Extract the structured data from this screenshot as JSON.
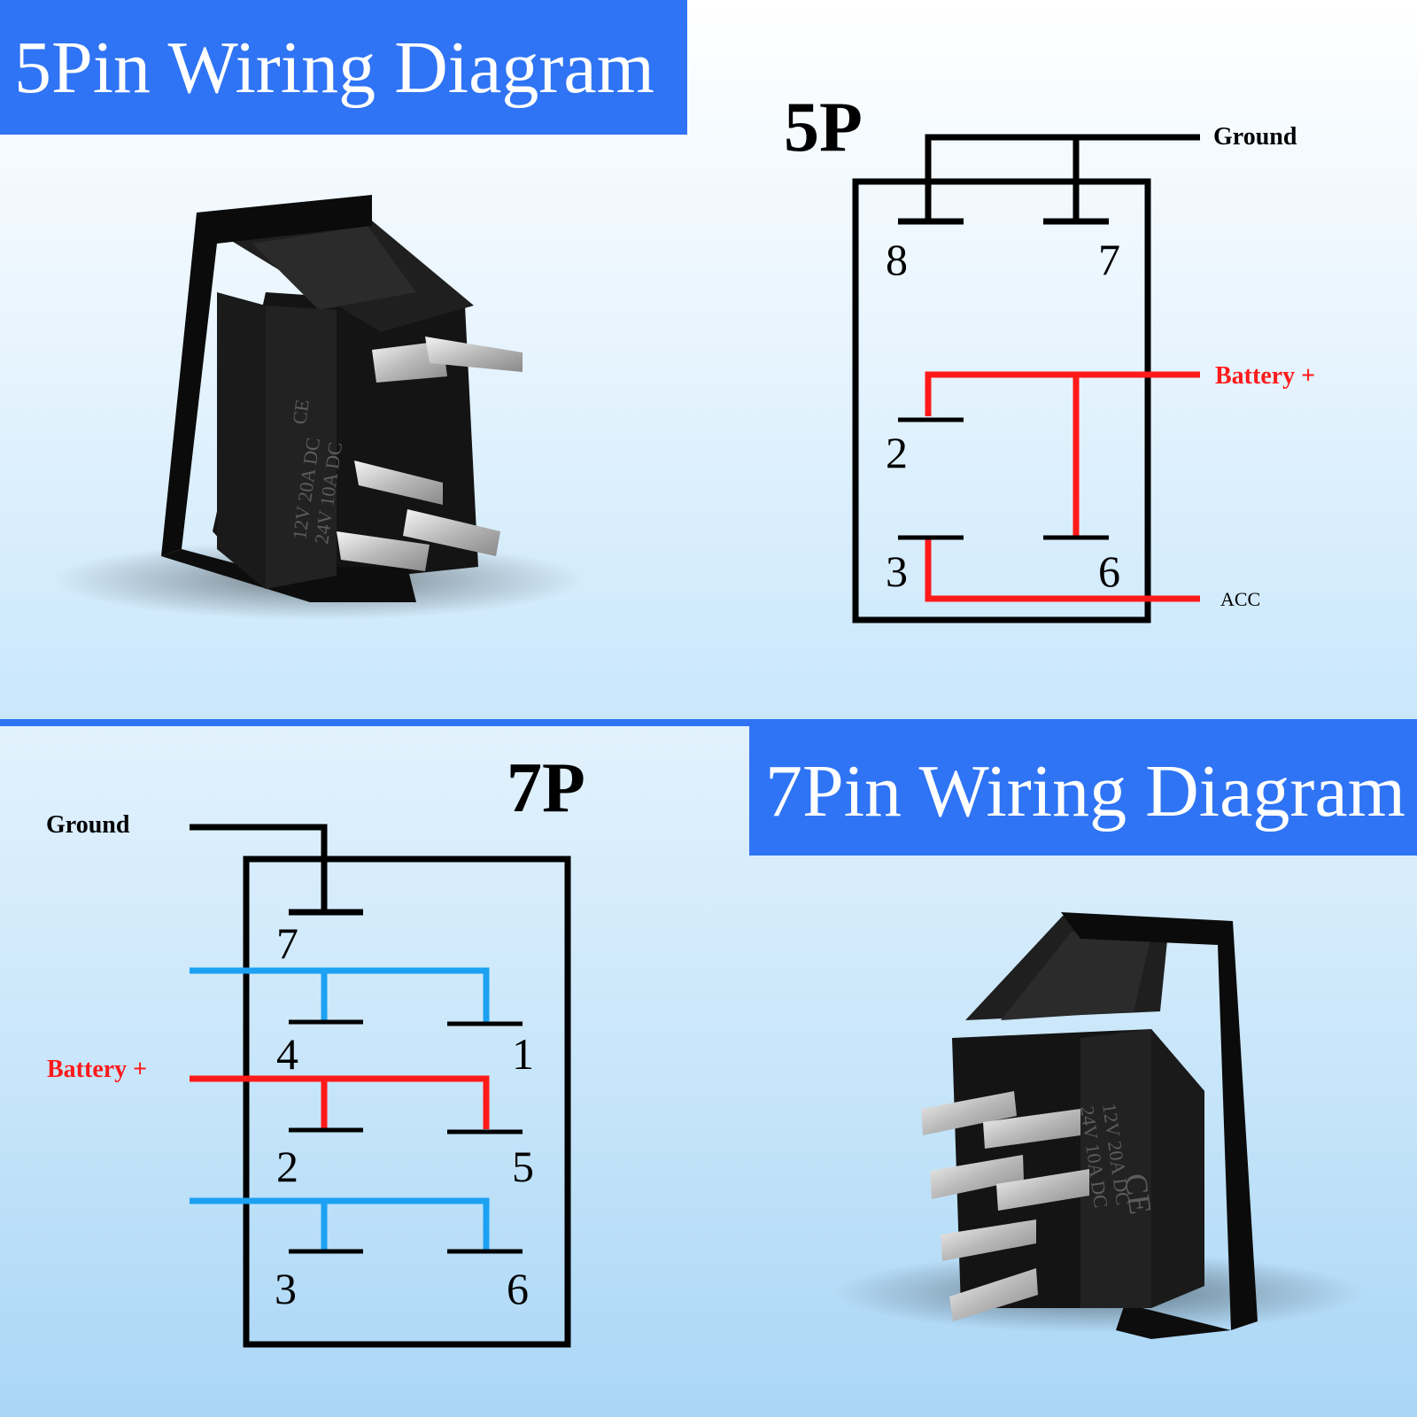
{
  "top_section": {
    "banner_title": "5Pin Wiring Diagram",
    "diagram_label": "5P",
    "pins": [
      "8",
      "7",
      "2",
      "3",
      "6"
    ],
    "wires": {
      "ground": "Ground",
      "battery": "Battery +",
      "acc": "ACC"
    },
    "switch_marking": {
      "ce": "CE",
      "line1": "12V  20A  DC",
      "line2": "24V  10A  DC"
    }
  },
  "bottom_section": {
    "banner_title": "7Pin Wiring Diagram",
    "diagram_label": "7P",
    "pins": [
      "7",
      "4",
      "1",
      "2",
      "5",
      "3",
      "6"
    ],
    "wires": {
      "ground": "Ground",
      "battery": "Battery +"
    },
    "switch_marking": {
      "ce": "CE",
      "line1": "12V  20A  DC",
      "line2": "24V  10A  DC"
    }
  },
  "colors": {
    "banner_blue": "#2f74f4",
    "ground_wire": "#000000",
    "battery_wire": "#ff1a1a",
    "acc_wire": "#ff1a1a",
    "signal_wire": "#1da1f2"
  },
  "icons": [
    "rocker-switch-5pin-photo",
    "rocker-switch-7pin-photo"
  ]
}
